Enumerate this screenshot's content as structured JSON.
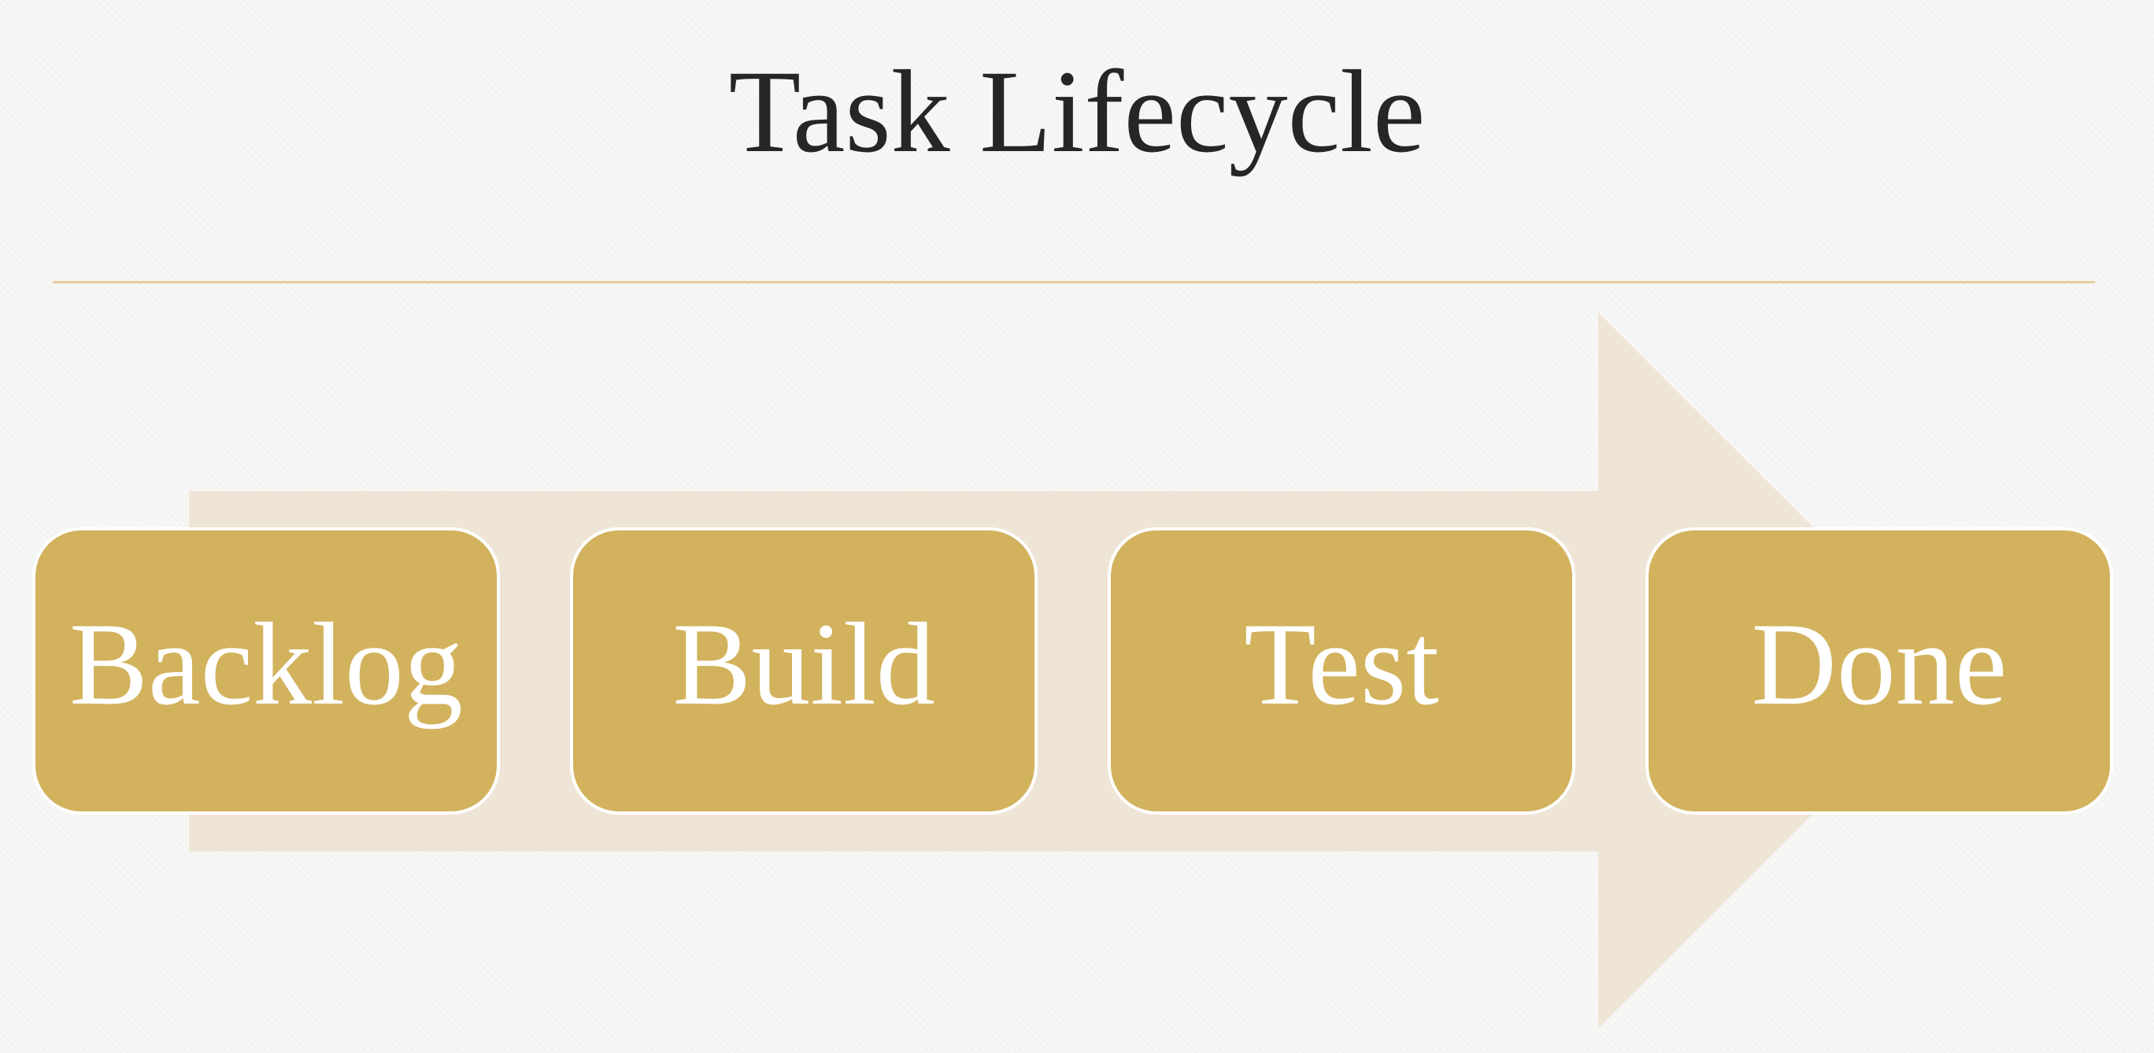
{
  "title": "Task Lifecycle",
  "colors": {
    "background": "#f7f7f6",
    "title_text": "#262626",
    "rule": "#e3cf9a",
    "arrow": "#efe5d6",
    "stage_fill": "#d2b25d",
    "stage_border": "#ffffff",
    "stage_text": "#ffffff"
  },
  "diagram": {
    "type": "process-flow",
    "arrow_direction": "right",
    "stages": [
      {
        "label": "Backlog"
      },
      {
        "label": "Build"
      },
      {
        "label": "Test"
      },
      {
        "label": "Done"
      }
    ]
  }
}
